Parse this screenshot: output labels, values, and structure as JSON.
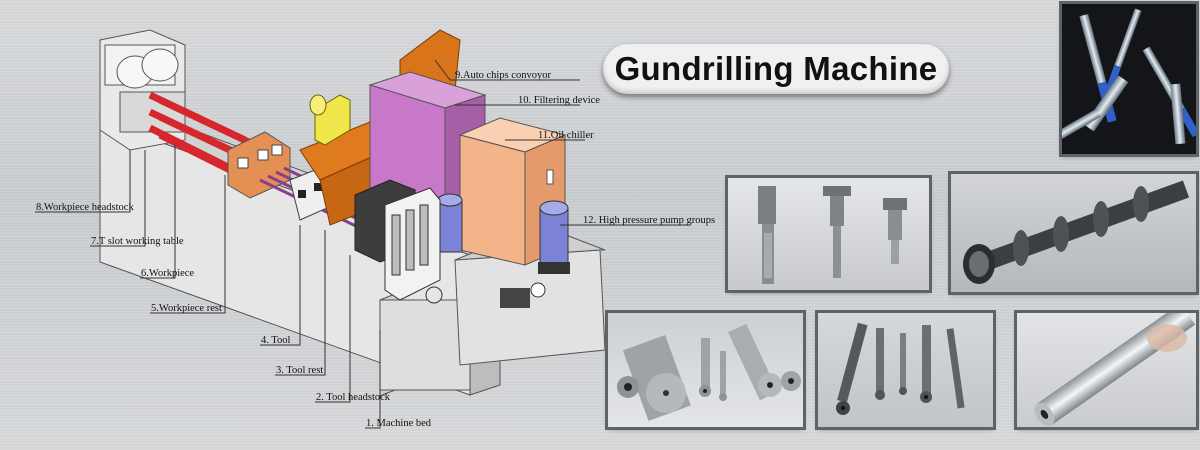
{
  "title": "Gundrilling Machine",
  "labels": {
    "l1": "1. Machine bed",
    "l2": "2. Tool headstock",
    "l3": "3. Tool rest",
    "l4": "4. Tool",
    "l5": "5.Workpiece rest",
    "l6": "6.Workpiece",
    "l7": "7.T slot working table",
    "l8": "8.Workpiece headstock",
    "l9": "9.Auto chips convoyor",
    "l10": "10. Filtering device",
    "l11": "11.Oil chiller",
    "l12": "12. High pressure pump groups"
  },
  "colors": {
    "workpiece_red": "#d6282c",
    "headstock_orange": "#e07a1e",
    "filter_magenta": "#c878c8",
    "chiller_peach": "#f4b48a",
    "pump_blue": "#7c83d6",
    "chip_yellow": "#f1e64a"
  },
  "photos": [
    "gundrill-tools-set",
    "shaft-parts",
    "camshaft",
    "drilled-bars",
    "drilled-tubes-and-bars",
    "drilled-rod-closeup"
  ]
}
